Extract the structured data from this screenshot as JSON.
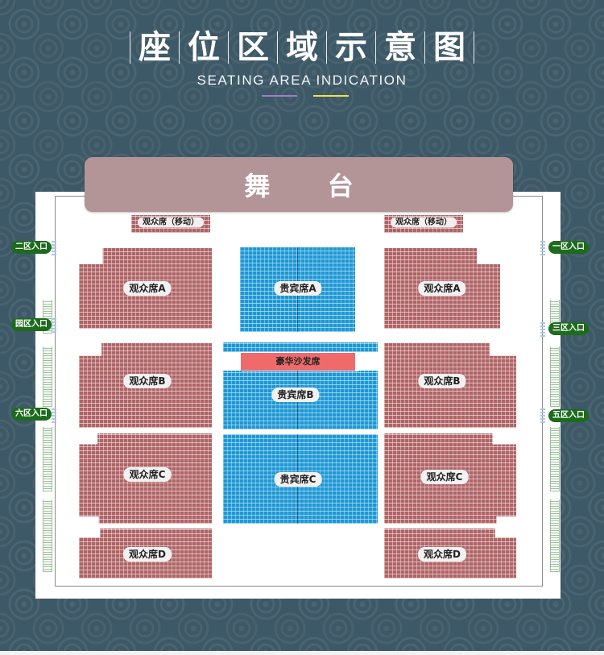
{
  "header": {
    "title_chars": [
      "座",
      "位",
      "区",
      "域",
      "示",
      "意",
      "图"
    ],
    "subtitle": "SEATING AREA INDICATION"
  },
  "stage": {
    "label": "舞 台"
  },
  "sections": {
    "mobile_left": "观众席（移动）",
    "mobile_right": "观众席（移动）",
    "left_a": "观众席A",
    "left_b": "观众席B",
    "left_c": "观众席C",
    "left_d": "观众席D",
    "right_a": "观众席A",
    "right_b": "观众席B",
    "right_c": "观众席C",
    "right_d": "观众席D",
    "vip_a": "贵宾席A",
    "vip_b": "贵宾席B",
    "vip_c": "贵宾席C",
    "sofa": "豪华沙发席"
  },
  "entrances": {
    "zone2": "二区入口",
    "garden": "园区入口",
    "zone6": "六区入口",
    "zone1": "一区入口",
    "zone3": "三区入口",
    "zone5": "五区入口"
  },
  "colors": {
    "audience_seats": "#b06466",
    "vip_seats": "#1e98d5",
    "sofa_seats": "#ef6b6b",
    "stage": "#b39497",
    "entrance": "#1d6b1d",
    "background": "#3d5866"
  }
}
